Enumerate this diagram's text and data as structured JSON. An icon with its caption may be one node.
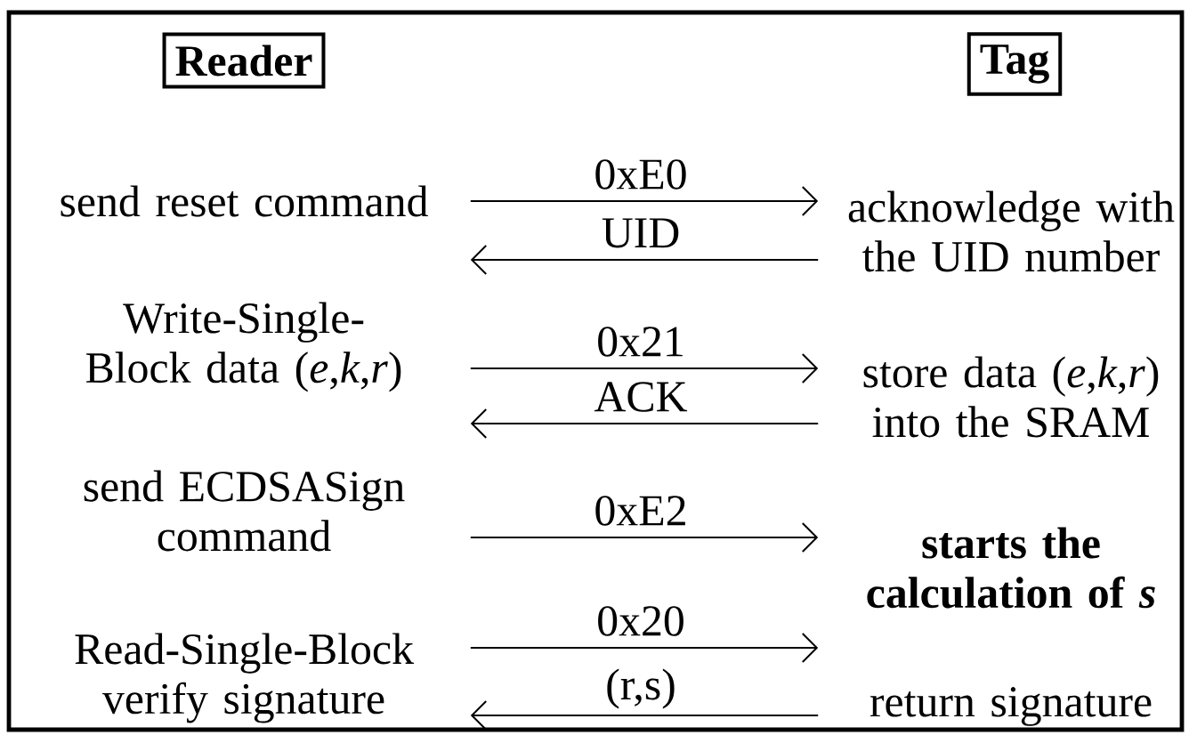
{
  "diagram": {
    "nodes": [
      {
        "text": [
          "Reader"
        ]
      },
      {
        "text": [
          "Tag"
        ]
      },
      {
        "text": [
          "send reset command"
        ]
      },
      {
        "text": [
          "acknowledge with the UID number"
        ]
      },
      {
        "text": [
          "Write-Single-Block data (*e*,*k*,*r*)"
        ]
      },
      {
        "text": [
          "store data (*e*,*k*,*r*) into the SRAM"
        ]
      },
      {
        "text": [
          "send ECDSASign command"
        ]
      },
      {
        "text": [
          "starts the calculation of *s*"
        ]
      },
      {
        "text": [
          "Read-Single-Block verify signature"
        ]
      },
      {
        "text": [
          "return signature"
        ]
      }
    ],
    "edges": [
      {
        "from": 2,
        "to": 3,
        "arrow": "to",
        "label": "0xE0"
      },
      {
        "from": 3,
        "to": 2,
        "arrow": "to",
        "label": "UID"
      },
      {
        "from": 4,
        "to": 5,
        "arrow": "to",
        "label": "0x21"
      },
      {
        "from": 5,
        "to": 4,
        "arrow": "to",
        "label": "ACK"
      },
      {
        "from": 6,
        "to": 7,
        "arrow": "to",
        "label": "0xE2"
      },
      {
        "from": 8,
        "to": 9,
        "arrow": "to",
        "label": "0x20"
      },
      {
        "from": 9,
        "to": 8,
        "arrow": "to",
        "label": "(r,s)"
      }
    ]
  }
}
